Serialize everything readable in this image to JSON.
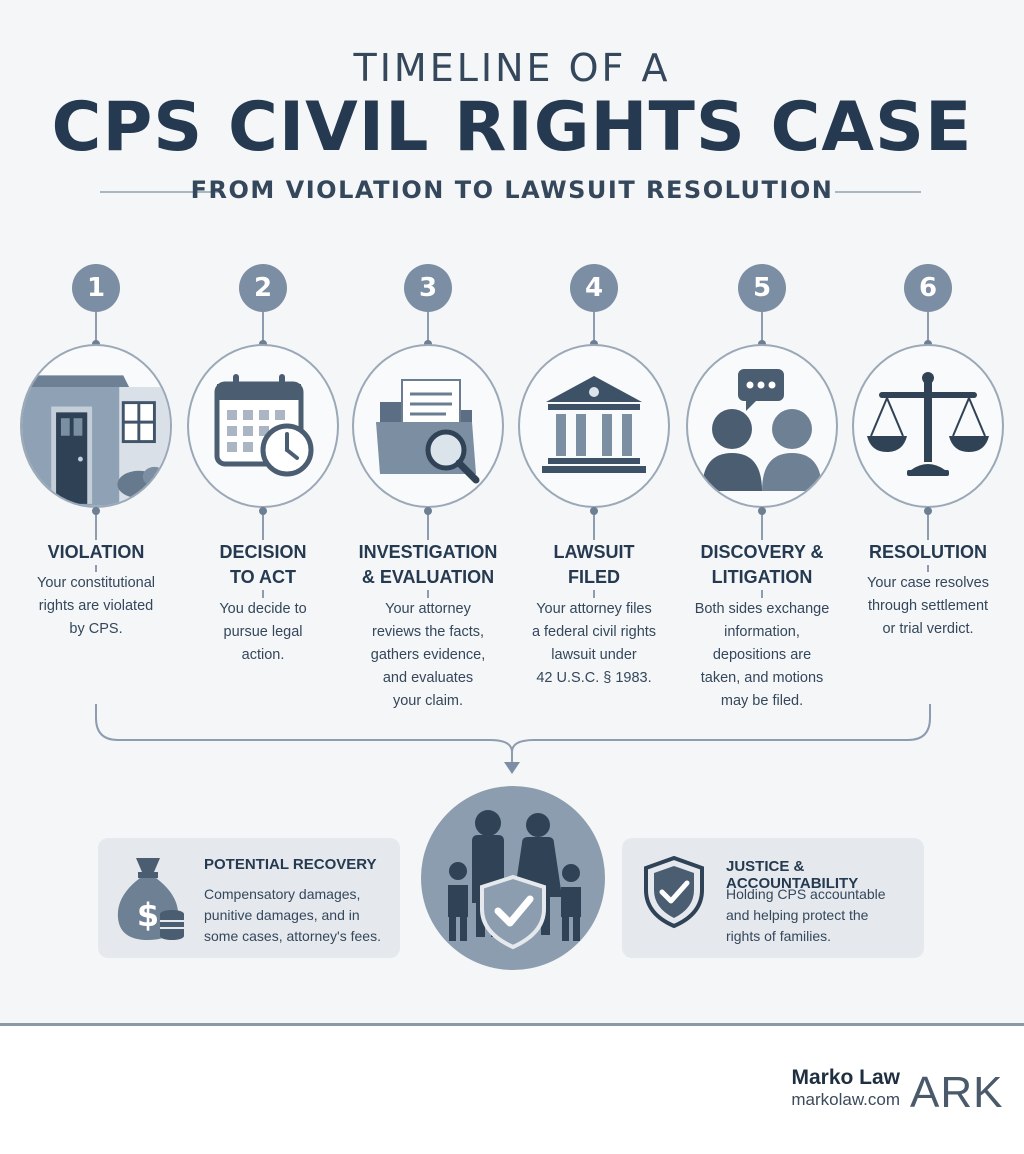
{
  "header": {
    "title_line1": "TIMELINE OF A",
    "title_line2": "CPS CIVIL RIGHTS CASE",
    "subtitle": "FROM VIOLATION TO LAWSUIT RESOLUTION"
  },
  "steps": [
    {
      "number": "1",
      "title_lines": [
        "VIOLATION"
      ],
      "desc_lines": [
        "Your constitutional",
        "rights are violated",
        "by CPS."
      ],
      "icon": "house-icon"
    },
    {
      "number": "2",
      "title_lines": [
        "DECISION",
        "TO ACT"
      ],
      "desc_lines": [
        "You decide to",
        "pursue legal",
        "action."
      ],
      "icon": "calendar-clock-icon"
    },
    {
      "number": "3",
      "title_lines": [
        "INVESTIGATION",
        "& EVALUATION"
      ],
      "desc_lines": [
        "Your attorney",
        "reviews the facts,",
        "gathers evidence,",
        "and evaluates",
        "your claim."
      ],
      "icon": "folder-magnifier-icon"
    },
    {
      "number": "4",
      "title_lines": [
        "LAWSUIT",
        "FILED"
      ],
      "desc_lines": [
        "Your attorney files",
        "a federal civil rights",
        "lawsuit under",
        "42 U.S.C. § 1983."
      ],
      "icon": "courthouse-icon"
    },
    {
      "number": "5",
      "title_lines": [
        "DISCOVERY &",
        "LITIGATION"
      ],
      "desc_lines": [
        "Both sides exchange",
        "information,",
        "depositions are",
        "taken, and motions",
        "may be filed."
      ],
      "icon": "people-chat-icon"
    },
    {
      "number": "6",
      "title_lines": [
        "RESOLUTION"
      ],
      "desc_lines": [
        "Your case resolves",
        "through settlement",
        "or trial verdict."
      ],
      "icon": "scales-icon"
    }
  ],
  "outcomes": {
    "recovery": {
      "title": "POTENTIAL RECOVERY",
      "text_lines": [
        "Compensatory damages,",
        "punitive damages, and in",
        "some cases, attorney's fees."
      ],
      "icon": "money-bag-icon"
    },
    "justice": {
      "title": "JUSTICE & ACCOUNTABILITY",
      "text_lines": [
        "Holding CPS accountable",
        "and helping protect the",
        "rights of families."
      ],
      "icon": "shield-check-icon"
    },
    "center_icon": "family-shield-icon"
  },
  "footer": {
    "brand_name": "Marko Law",
    "brand_url": "markolaw.com",
    "logo_text": "ARK"
  },
  "colors": {
    "navy": "#253a50",
    "steel": "#7c8ea3",
    "light_steel": "#e5e9ee",
    "background": "#f5f6f8"
  }
}
